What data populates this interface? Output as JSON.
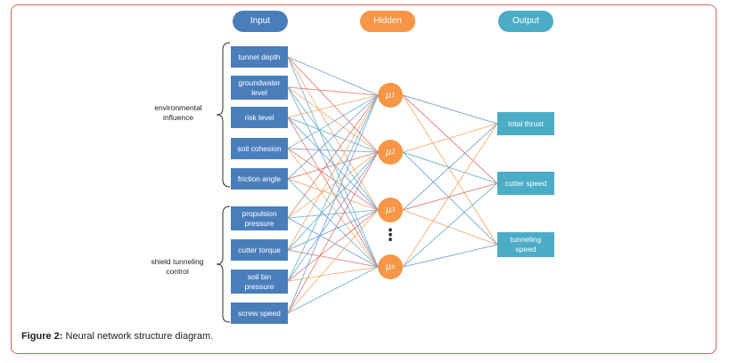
{
  "headers": {
    "input": "Input",
    "hidden": "Hidden",
    "output": "Output"
  },
  "colors": {
    "input": "#4a7ebb",
    "hidden": "#f79646",
    "output": "#4bacc6",
    "frame": "#e05b5b"
  },
  "groups": [
    {
      "line1": "environmental",
      "line2": "influence"
    },
    {
      "line1": "shield tunneling",
      "line2": "control"
    }
  ],
  "inputs": [
    {
      "line1": "tunnel depth",
      "line2": ""
    },
    {
      "line1": "groundwater",
      "line2": "level"
    },
    {
      "line1": "risk level",
      "line2": ""
    },
    {
      "line1": "soil cohesion",
      "line2": ""
    },
    {
      "line1": "friction angle",
      "line2": ""
    },
    {
      "line1": "propulsion",
      "line2": "pressure"
    },
    {
      "line1": "cutter torque",
      "line2": ""
    },
    {
      "line1": "soil bin",
      "line2": "pressure"
    },
    {
      "line1": "screw speed",
      "line2": ""
    }
  ],
  "hidden": [
    {
      "symbol": "μ",
      "sub": "1"
    },
    {
      "symbol": "μ",
      "sub": "2"
    },
    {
      "symbol": "μ",
      "sub": "3"
    },
    {
      "symbol": "μ",
      "sub": "n"
    }
  ],
  "ellipsis": "⋮",
  "outputs": [
    {
      "line1": "total thrust",
      "line2": ""
    },
    {
      "line1": "cutter speed",
      "line2": ""
    },
    {
      "line1": "tunneling",
      "line2": "speed"
    }
  ],
  "caption": {
    "label": "Figure 2:",
    "text": " Neural network structure diagram."
  }
}
